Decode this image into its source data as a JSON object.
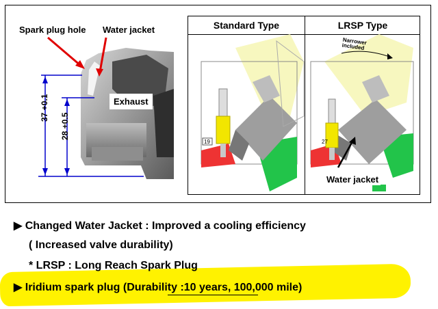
{
  "left_panel": {
    "spark_plug_hole": "Spark plug hole",
    "water_jacket": "Water jacket",
    "exhaust": "Exhaust",
    "dim_outer": "37 +0.1",
    "dim_inner": "28 +0.5"
  },
  "right_panel": {
    "standard_type": "Standard Type",
    "lrsp_type": "LRSP Type",
    "narrower_included": "Narrower included",
    "num_19": "19",
    "num_27": "27",
    "water_jacket": "Water jacket"
  },
  "bullets": {
    "line1": "▶ Changed Water Jacket : Improved a cooling efficiency",
    "line2": "( Increased valve durability)",
    "line3": "* LRSP : Long Reach Spark Plug",
    "line4": "▶ Iridium spark plug (Durability :10 years, 100,000 mile)"
  },
  "colors": {
    "highlight": "#fff200",
    "arrow": "#e00000",
    "dimension": "#0000cc"
  }
}
